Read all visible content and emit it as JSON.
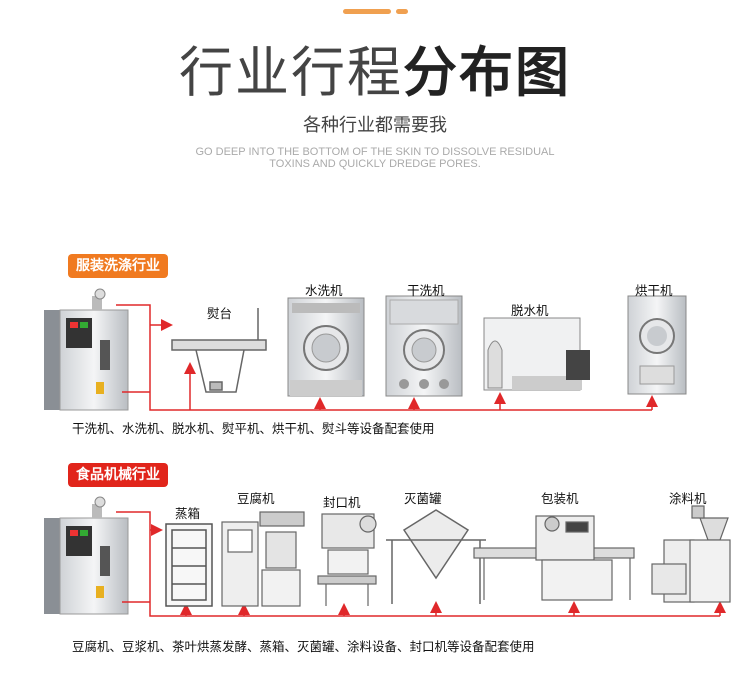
{
  "header": {
    "title_light": "行业行程",
    "title_bold": "分布图",
    "subtitle": "各种行业都需要我",
    "english_line1": "GO DEEP INTO THE BOTTOM OF THE SKIN TO DISSOLVE RESIDUAL",
    "english_line2": "TOXINS AND QUICKLY DREDGE PORES."
  },
  "sections": [
    {
      "badge": "服装洗涤行业",
      "machines": [
        "熨台",
        "水洗机",
        "干洗机",
        "脱水机",
        "烘干机"
      ],
      "caption": "干洗机、水洗机、脱水机、熨平机、烘干机、熨斗等设备配套使用"
    },
    {
      "badge": "食品机械行业",
      "machines": [
        "蒸箱",
        "豆腐机",
        "封口机",
        "灭菌罐",
        "包装机",
        "涂料机"
      ],
      "caption": "豆腐机、豆浆机、茶叶烘蒸发酵、蒸箱、灭菌罐、涂料设备、封口机等设备配套使用"
    }
  ],
  "colors": {
    "accent_orange": "#f07a20",
    "accent_red": "#e1251b",
    "pipe": "#e0282a"
  }
}
